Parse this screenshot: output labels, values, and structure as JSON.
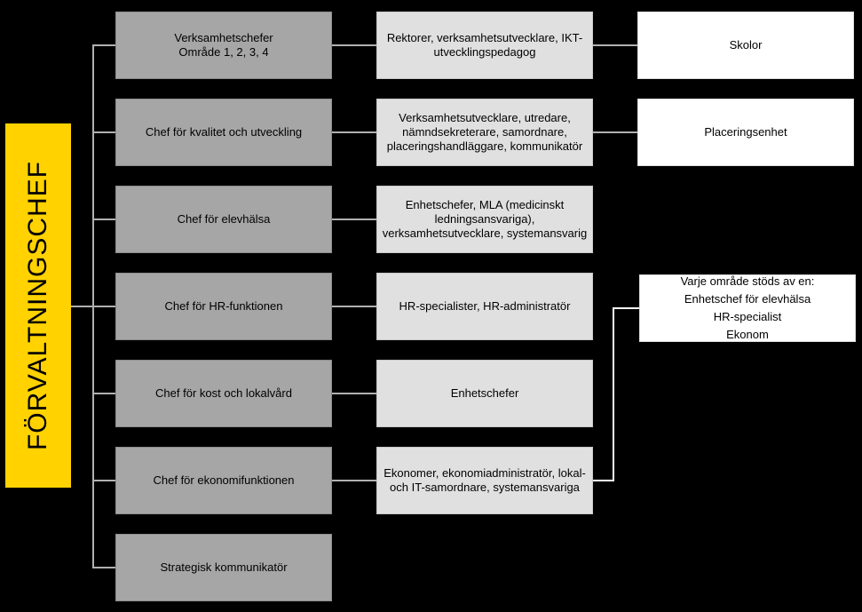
{
  "root": {
    "label": "FÖRVALTNINGSCHEF"
  },
  "rows": [
    {
      "chef": "Verksamhetschefer\nOmråde 1, 2, 3, 4",
      "staff": "Rektorer, verksamhetsutvecklare, IKT-\nutvecklingspedagog",
      "unit": "Skolor"
    },
    {
      "chef": "Chef för kvalitet och utveckling",
      "staff": "Verksamhetsutvecklare, utredare,\nnämndsekreterare, samordnare,\nplaceringshandläggare, kommunikatör",
      "unit": "Placeringsenhet"
    },
    {
      "chef": "Chef för elevhälsa",
      "staff": "Enhetschefer, MLA (medicinskt\nledningsansvariga),\nverksamhetsutvecklare, systemansvarig"
    },
    {
      "chef": "Chef för HR-funktionen",
      "staff": "HR-specialister, HR-administratör"
    },
    {
      "chef": "Chef för kost och lokalvård",
      "staff": "Enhetschefer"
    },
    {
      "chef": "Chef för ekonomifunktionen",
      "staff": "Ekonomer, ekonomiadministratör, lokal-\noch IT-samordnare, systemansvariga"
    },
    {
      "chef": "Strategisk kommunikatör"
    }
  ],
  "support": {
    "title": "Varje område stöds av en:",
    "items": [
      "Enhetschef för elevhälsa",
      "HR-specialist",
      "Ekonom"
    ]
  },
  "colors": {
    "root": "#ffd200",
    "chef_box": "#a6a6a6",
    "staff_box": "#e0e0e0",
    "unit_box": "#ffffff",
    "connector": "#b0b0b0",
    "background": "#000000"
  }
}
